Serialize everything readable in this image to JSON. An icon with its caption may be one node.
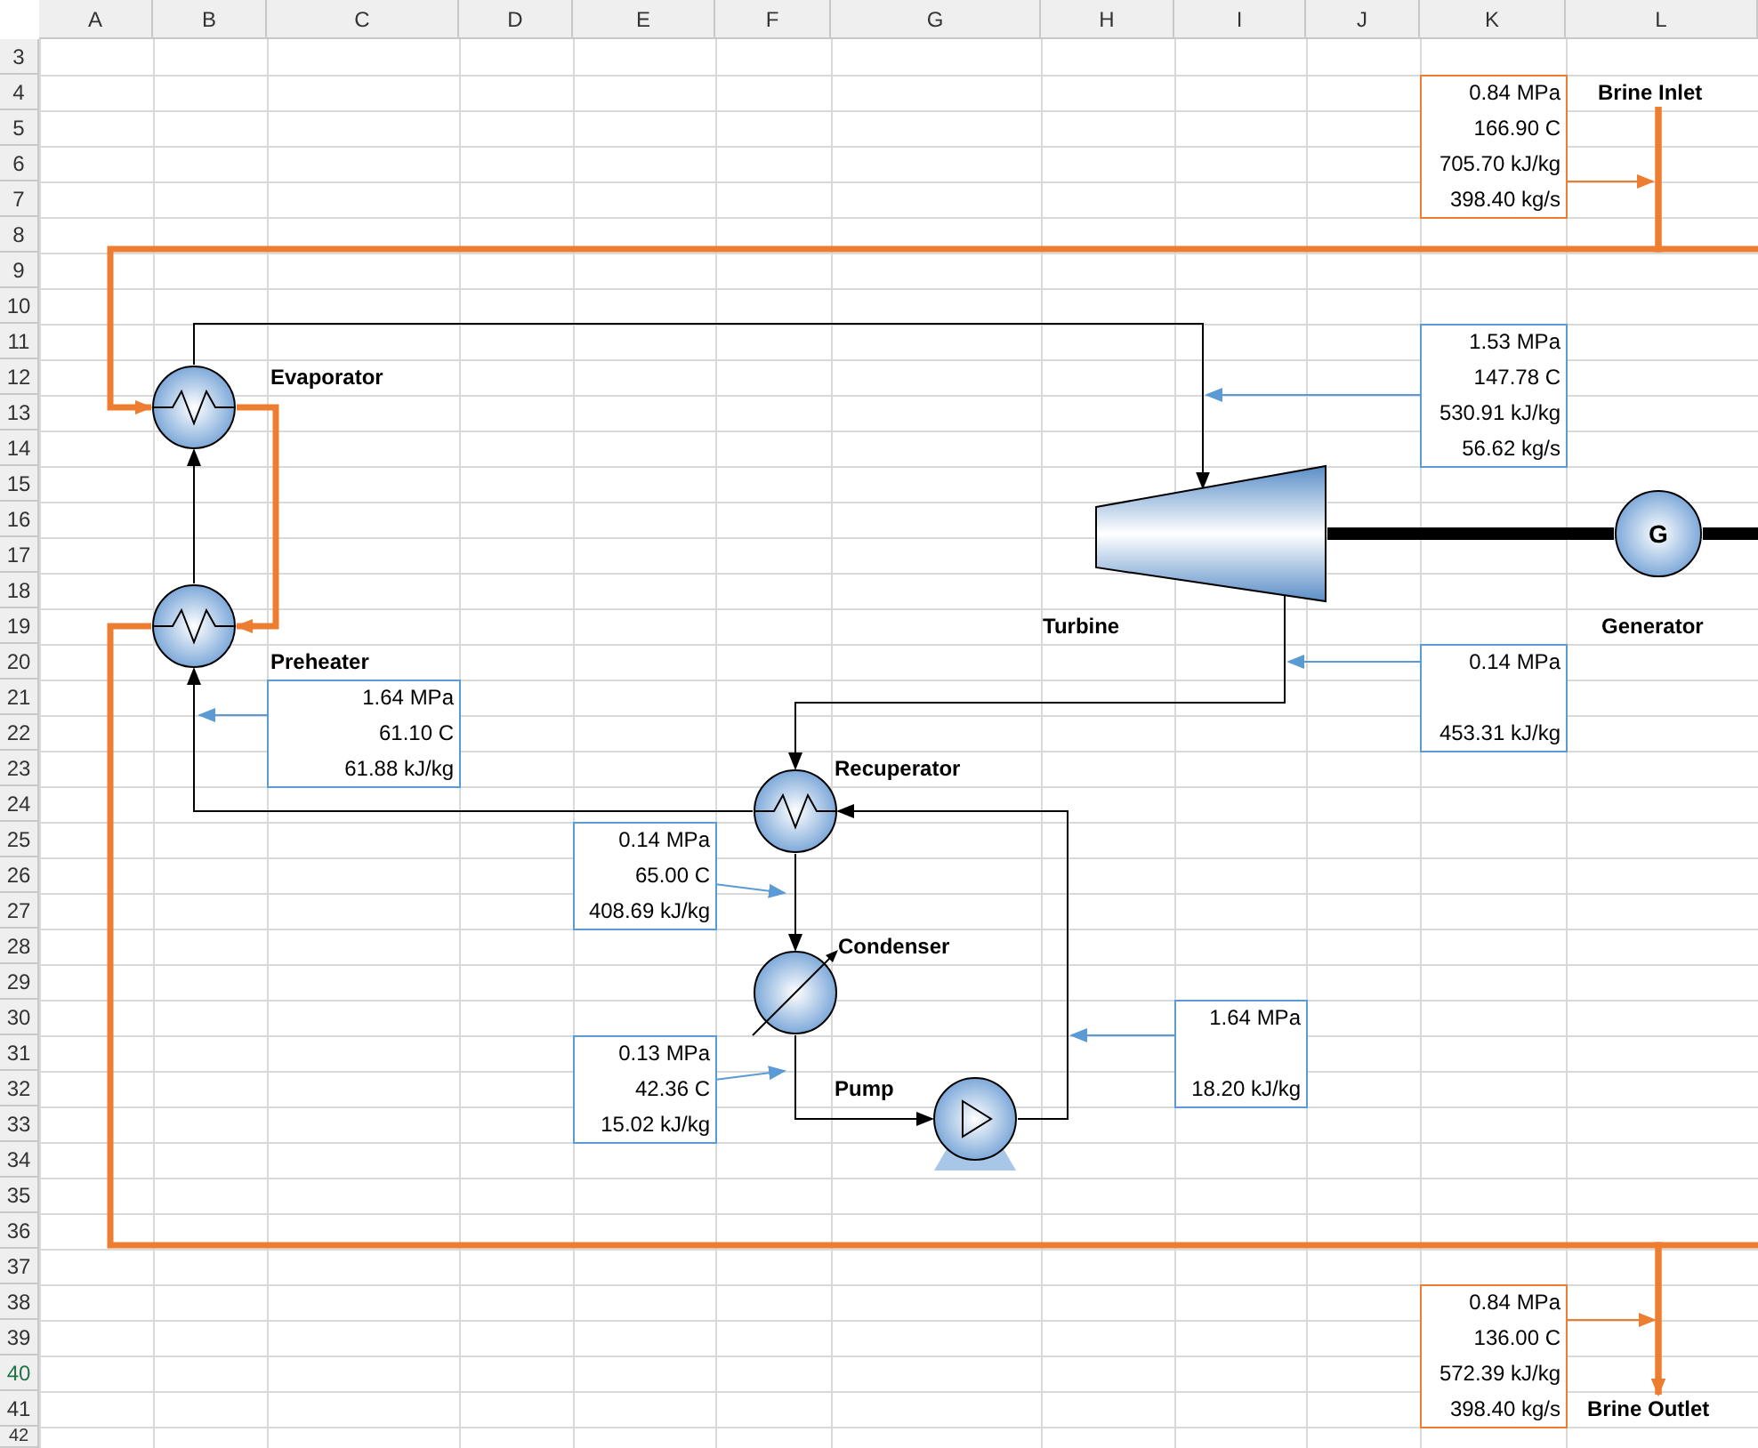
{
  "diagram": {
    "nodes": [
      {
        "text": [
          "Brine Inlet"
        ]
      },
      {
        "text": [
          "0.84 MPa",
          "166.90 C",
          "705.70 kJ/kg",
          "398.40 kg/s"
        ]
      },
      {
        "text": [
          "Evaporator"
        ]
      },
      {
        "text": [
          "1.53 MPa",
          "147.78 C",
          "530.91 kJ/kg",
          "56.62 kg/s"
        ]
      },
      {
        "text": [
          "Turbine"
        ]
      },
      {
        "text": [
          "G",
          "Generator"
        ]
      },
      {
        "text": [
          "Preheater"
        ]
      },
      {
        "text": [
          "1.64 MPa",
          "61.10 C",
          "61.88 kJ/kg"
        ]
      },
      {
        "text": [
          "0.14 MPa",
          "453.31 kJ/kg"
        ]
      },
      {
        "text": [
          "Recuperator"
        ]
      },
      {
        "text": [
          "0.14 MPa",
          "65.00 C",
          "408.69 kJ/kg"
        ]
      },
      {
        "text": [
          "Condenser"
        ]
      },
      {
        "text": [
          "1.64 MPa",
          "18.20 kJ/kg"
        ]
      },
      {
        "text": [
          "0.13 MPa",
          "42.36 C",
          "15.02 kJ/kg"
        ]
      },
      {
        "text": [
          "Pump"
        ]
      },
      {
        "text": [
          "0.84 MPa",
          "136.00 C",
          "572.39 kJ/kg",
          "398.40 kg/s"
        ]
      },
      {
        "text": [
          "Brine Outlet"
        ]
      }
    ],
    "edges": [
      {
        "from": 0,
        "to": 2,
        "arrow": "to",
        "style": "thick",
        "color": "#ed7d31"
      },
      {
        "from": 0,
        "to": null,
        "arrow": "none",
        "style": "thick",
        "color": "#ed7d31"
      },
      {
        "from": 2,
        "to": 6,
        "arrow": "to",
        "style": "thick",
        "color": "#ed7d31"
      },
      {
        "from": 6,
        "to": 16,
        "arrow": "to",
        "style": "thick",
        "color": "#ed7d31"
      },
      {
        "from": null,
        "to": 16,
        "arrow": "to",
        "style": "thick",
        "color": "#ed7d31"
      },
      {
        "from": 6,
        "to": 2,
        "arrow": "to"
      },
      {
        "from": 2,
        "to": 4,
        "arrow": "to"
      },
      {
        "from": 4,
        "to": 9,
        "arrow": "to"
      },
      {
        "from": 9,
        "to": 6,
        "arrow": "to"
      },
      {
        "from": 9,
        "to": 11,
        "arrow": "to"
      },
      {
        "from": 11,
        "to": 14,
        "arrow": "to"
      },
      {
        "from": 14,
        "to": 9,
        "arrow": "to"
      },
      {
        "from": 4,
        "to": 5,
        "arrow": "none",
        "style": "thick"
      },
      {
        "from": 5,
        "to": null,
        "arrow": "none",
        "style": "thick"
      },
      {
        "from": 1,
        "to": null,
        "arrow": "to",
        "color": "#ed7d31"
      },
      {
        "from": 3,
        "to": null,
        "arrow": "to",
        "color": "#5b9bd5"
      },
      {
        "from": 7,
        "to": null,
        "arrow": "to",
        "color": "#5b9bd5"
      },
      {
        "from": 8,
        "to": null,
        "arrow": "to",
        "color": "#5b9bd5"
      },
      {
        "from": 10,
        "to": 9,
        "arrow": "to",
        "color": "#5b9bd5"
      },
      {
        "from": 12,
        "to": null,
        "arrow": "to",
        "color": "#5b9bd5"
      },
      {
        "from": 13,
        "to": 11,
        "arrow": "to",
        "color": "#5b9bd5"
      },
      {
        "from": 15,
        "to": null,
        "arrow": "to",
        "color": "#ed7d31"
      }
    ],
    "labels": [
      "A",
      "B",
      "C",
      "D",
      "E",
      "F",
      "G",
      "H",
      "I",
      "J",
      "K",
      "L",
      "3",
      "4",
      "5",
      "6",
      "7",
      "8",
      "9",
      "10",
      "11",
      "12",
      "13",
      "14",
      "15",
      "16",
      "17",
      "18",
      "19",
      "20",
      "21",
      "22",
      "23",
      "24",
      "25",
      "26",
      "27",
      "28",
      "29",
      "30",
      "31",
      "32",
      "33",
      "34",
      "35",
      "36",
      "37",
      "38",
      "39",
      "40",
      "41",
      "42"
    ]
  }
}
